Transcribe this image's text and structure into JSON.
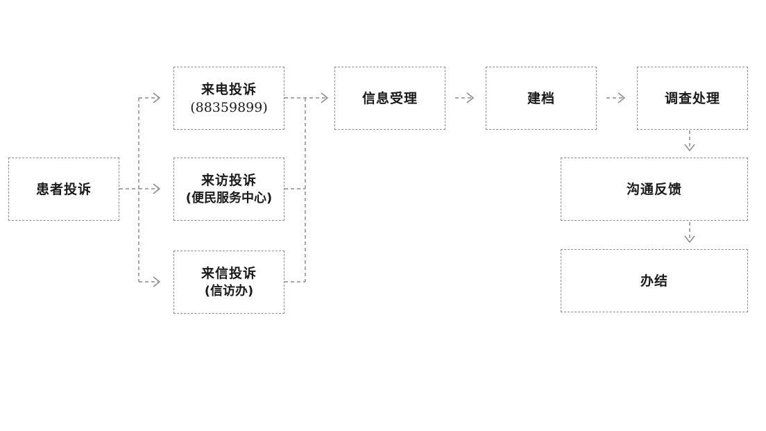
{
  "diagram": {
    "nodes": {
      "patient": {
        "label": "患者投诉"
      },
      "phone": {
        "label": "来电投诉",
        "sub": "(88359899)"
      },
      "visit": {
        "label": "来访投诉",
        "sub": "(便民服务中心)"
      },
      "letter": {
        "label": "来信投诉",
        "sub": "(信访办)"
      },
      "accept": {
        "label": "信息受理"
      },
      "archive": {
        "label": "建档"
      },
      "investigate": {
        "label": "调查处理"
      },
      "feedback": {
        "label": "沟通反馈"
      },
      "close": {
        "label": "办结"
      }
    },
    "edges": [
      {
        "from": "patient",
        "to": "phone"
      },
      {
        "from": "patient",
        "to": "visit"
      },
      {
        "from": "patient",
        "to": "letter"
      },
      {
        "from": "phone",
        "to": "accept"
      },
      {
        "from": "visit",
        "to": "accept"
      },
      {
        "from": "letter",
        "to": "accept"
      },
      {
        "from": "accept",
        "to": "archive"
      },
      {
        "from": "archive",
        "to": "investigate"
      },
      {
        "from": "investigate",
        "to": "feedback"
      },
      {
        "from": "feedback",
        "to": "close"
      }
    ],
    "colors": {
      "border": "#8a8a8a",
      "connector": "#8a8a8a",
      "text": "#1a1a1a"
    }
  }
}
